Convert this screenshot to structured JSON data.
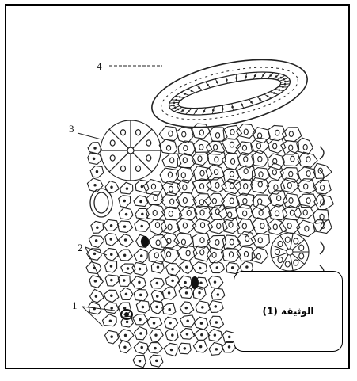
{
  "labels": {
    "l1": "1",
    "l2": "2",
    "l3": "3",
    "l4": "4"
  },
  "document_label": "الوثيقة (1)"
}
